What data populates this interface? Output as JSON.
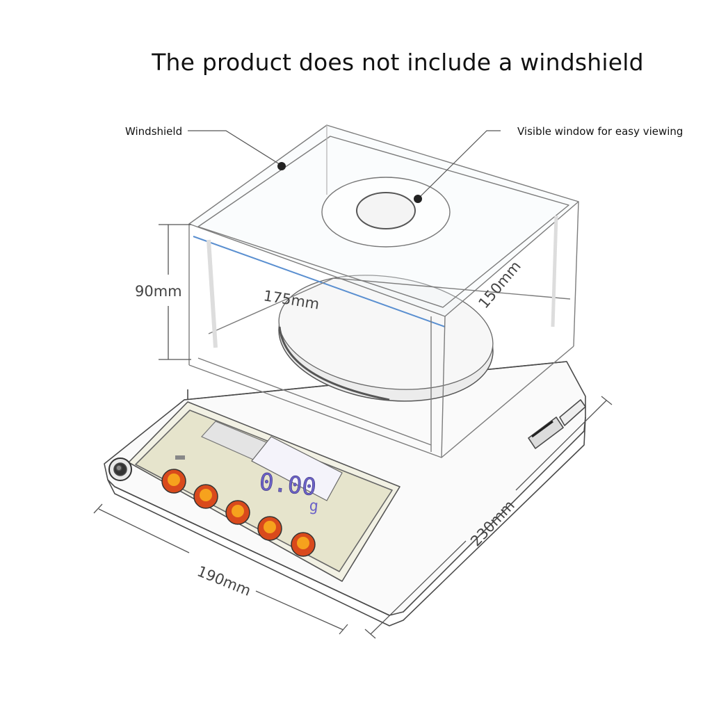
{
  "notice": "The product does not include a windshield",
  "callouts": {
    "windshield": "Windshield",
    "window": "Visible window for easy viewing"
  },
  "dimensions": {
    "height": "90mm",
    "inner_width": "175mm",
    "inner_depth": "150mm",
    "base_width": "190mm",
    "base_depth": "230mm"
  },
  "display": {
    "reading": "0.00",
    "unit": "g"
  },
  "colors": {
    "button_ring": "#d94a1c",
    "button_core": "#f6a21d",
    "lcd_text": "#6c62c8"
  },
  "buttons": [
    {
      "name": "button-1"
    },
    {
      "name": "button-2"
    },
    {
      "name": "button-3"
    },
    {
      "name": "button-4"
    },
    {
      "name": "button-5"
    }
  ]
}
